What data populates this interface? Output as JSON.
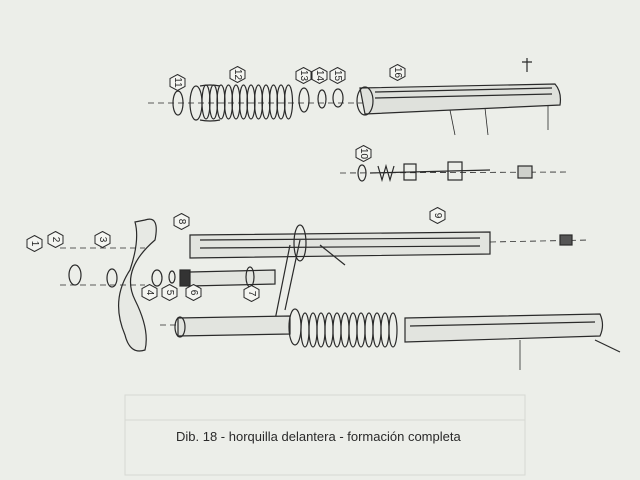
{
  "figure": {
    "caption": "Dib. 18 - horquilla delantera - formación completa",
    "part_labels": [
      "1",
      "2",
      "3",
      "4",
      "5",
      "6",
      "7",
      "8",
      "9",
      "10",
      "11",
      "12",
      "13",
      "14",
      "15",
      "16"
    ]
  },
  "colors": {
    "paper": "#eceee9",
    "ink": "#2a2a2a"
  }
}
